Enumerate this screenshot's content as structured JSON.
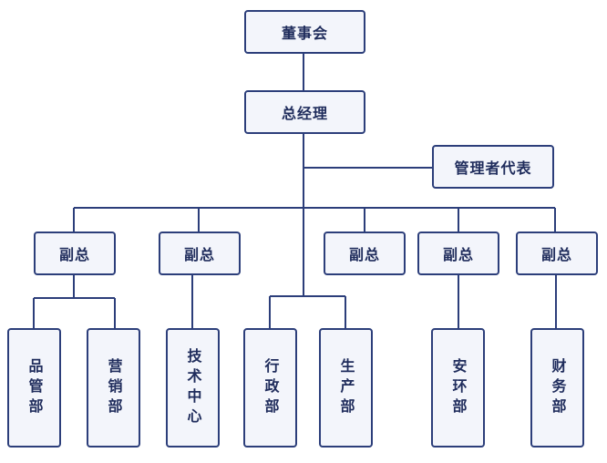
{
  "org": {
    "board": "董事会",
    "ceo": "总经理",
    "mgmt_rep": "管理者代表",
    "vp1": "副总",
    "vp2": "副总",
    "vp3": "副总",
    "vp4": "副总",
    "vp5": "副总",
    "dept_quality": "品管部",
    "dept_marketing": "营销部",
    "dept_tech": "技术中心",
    "dept_admin": "行政部",
    "dept_production": "生产部",
    "dept_safety_env": "安环部",
    "dept_finance": "财务部"
  },
  "colors": {
    "line": "#2c3e7a",
    "box_fill": "#f3f5fb",
    "text": "#1f2c5c"
  }
}
